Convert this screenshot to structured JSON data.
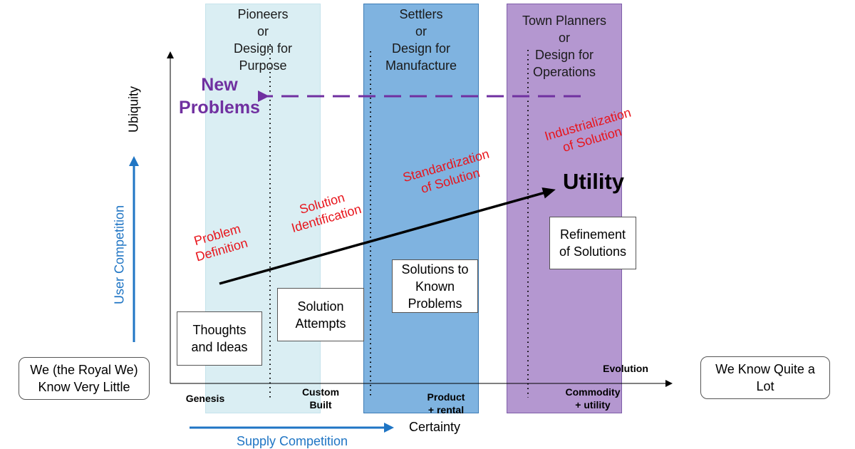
{
  "bands": {
    "pioneers": [
      "Pioneers",
      "or",
      "Design for",
      "Purpose"
    ],
    "settlers": [
      "Settlers",
      "or",
      "Design for",
      "Manufacture"
    ],
    "town_planners": [
      "Town Planners",
      "or",
      "Design for",
      "Operations"
    ]
  },
  "new_problems": [
    "New",
    "Problems"
  ],
  "axes": {
    "y_label": "Ubiquity",
    "user_competition": "User Competition",
    "supply_competition": "Supply Competition",
    "certainty": "Certainty",
    "evolution": "Evolution"
  },
  "stages": {
    "genesis": [
      "Genesis"
    ],
    "custom_built": [
      "Custom",
      "Built"
    ],
    "product": [
      "Product",
      "+ rental"
    ],
    "commodity": [
      "Commodity",
      "+ utility"
    ]
  },
  "steps": {
    "problem_definition": [
      "Problem",
      "Definition"
    ],
    "solution_identification": [
      "Solution",
      "Identification"
    ],
    "standardization": [
      "Standardization",
      "of Solution"
    ],
    "industrialization": [
      "Industrialization",
      "of Solution"
    ]
  },
  "utility": "Utility",
  "boxes": {
    "thoughts": [
      "Thoughts",
      "and Ideas"
    ],
    "attempts": [
      "Solution",
      "Attempts"
    ],
    "known": [
      "Solutions to",
      "Known",
      "Problems"
    ],
    "refinement": [
      "Refinement",
      "of Solutions"
    ]
  },
  "ends": {
    "left": [
      "We (the Royal We)",
      "Know Very Little"
    ],
    "right": [
      "We Know Quite a",
      "Lot"
    ]
  },
  "colors": {
    "pioneers_band": "#daeef3",
    "settlers_band": "#7fb3e0",
    "town_band": "#b497d0",
    "purple": "#7030a0",
    "blue": "#1f75c4",
    "red": "#e8141b"
  }
}
